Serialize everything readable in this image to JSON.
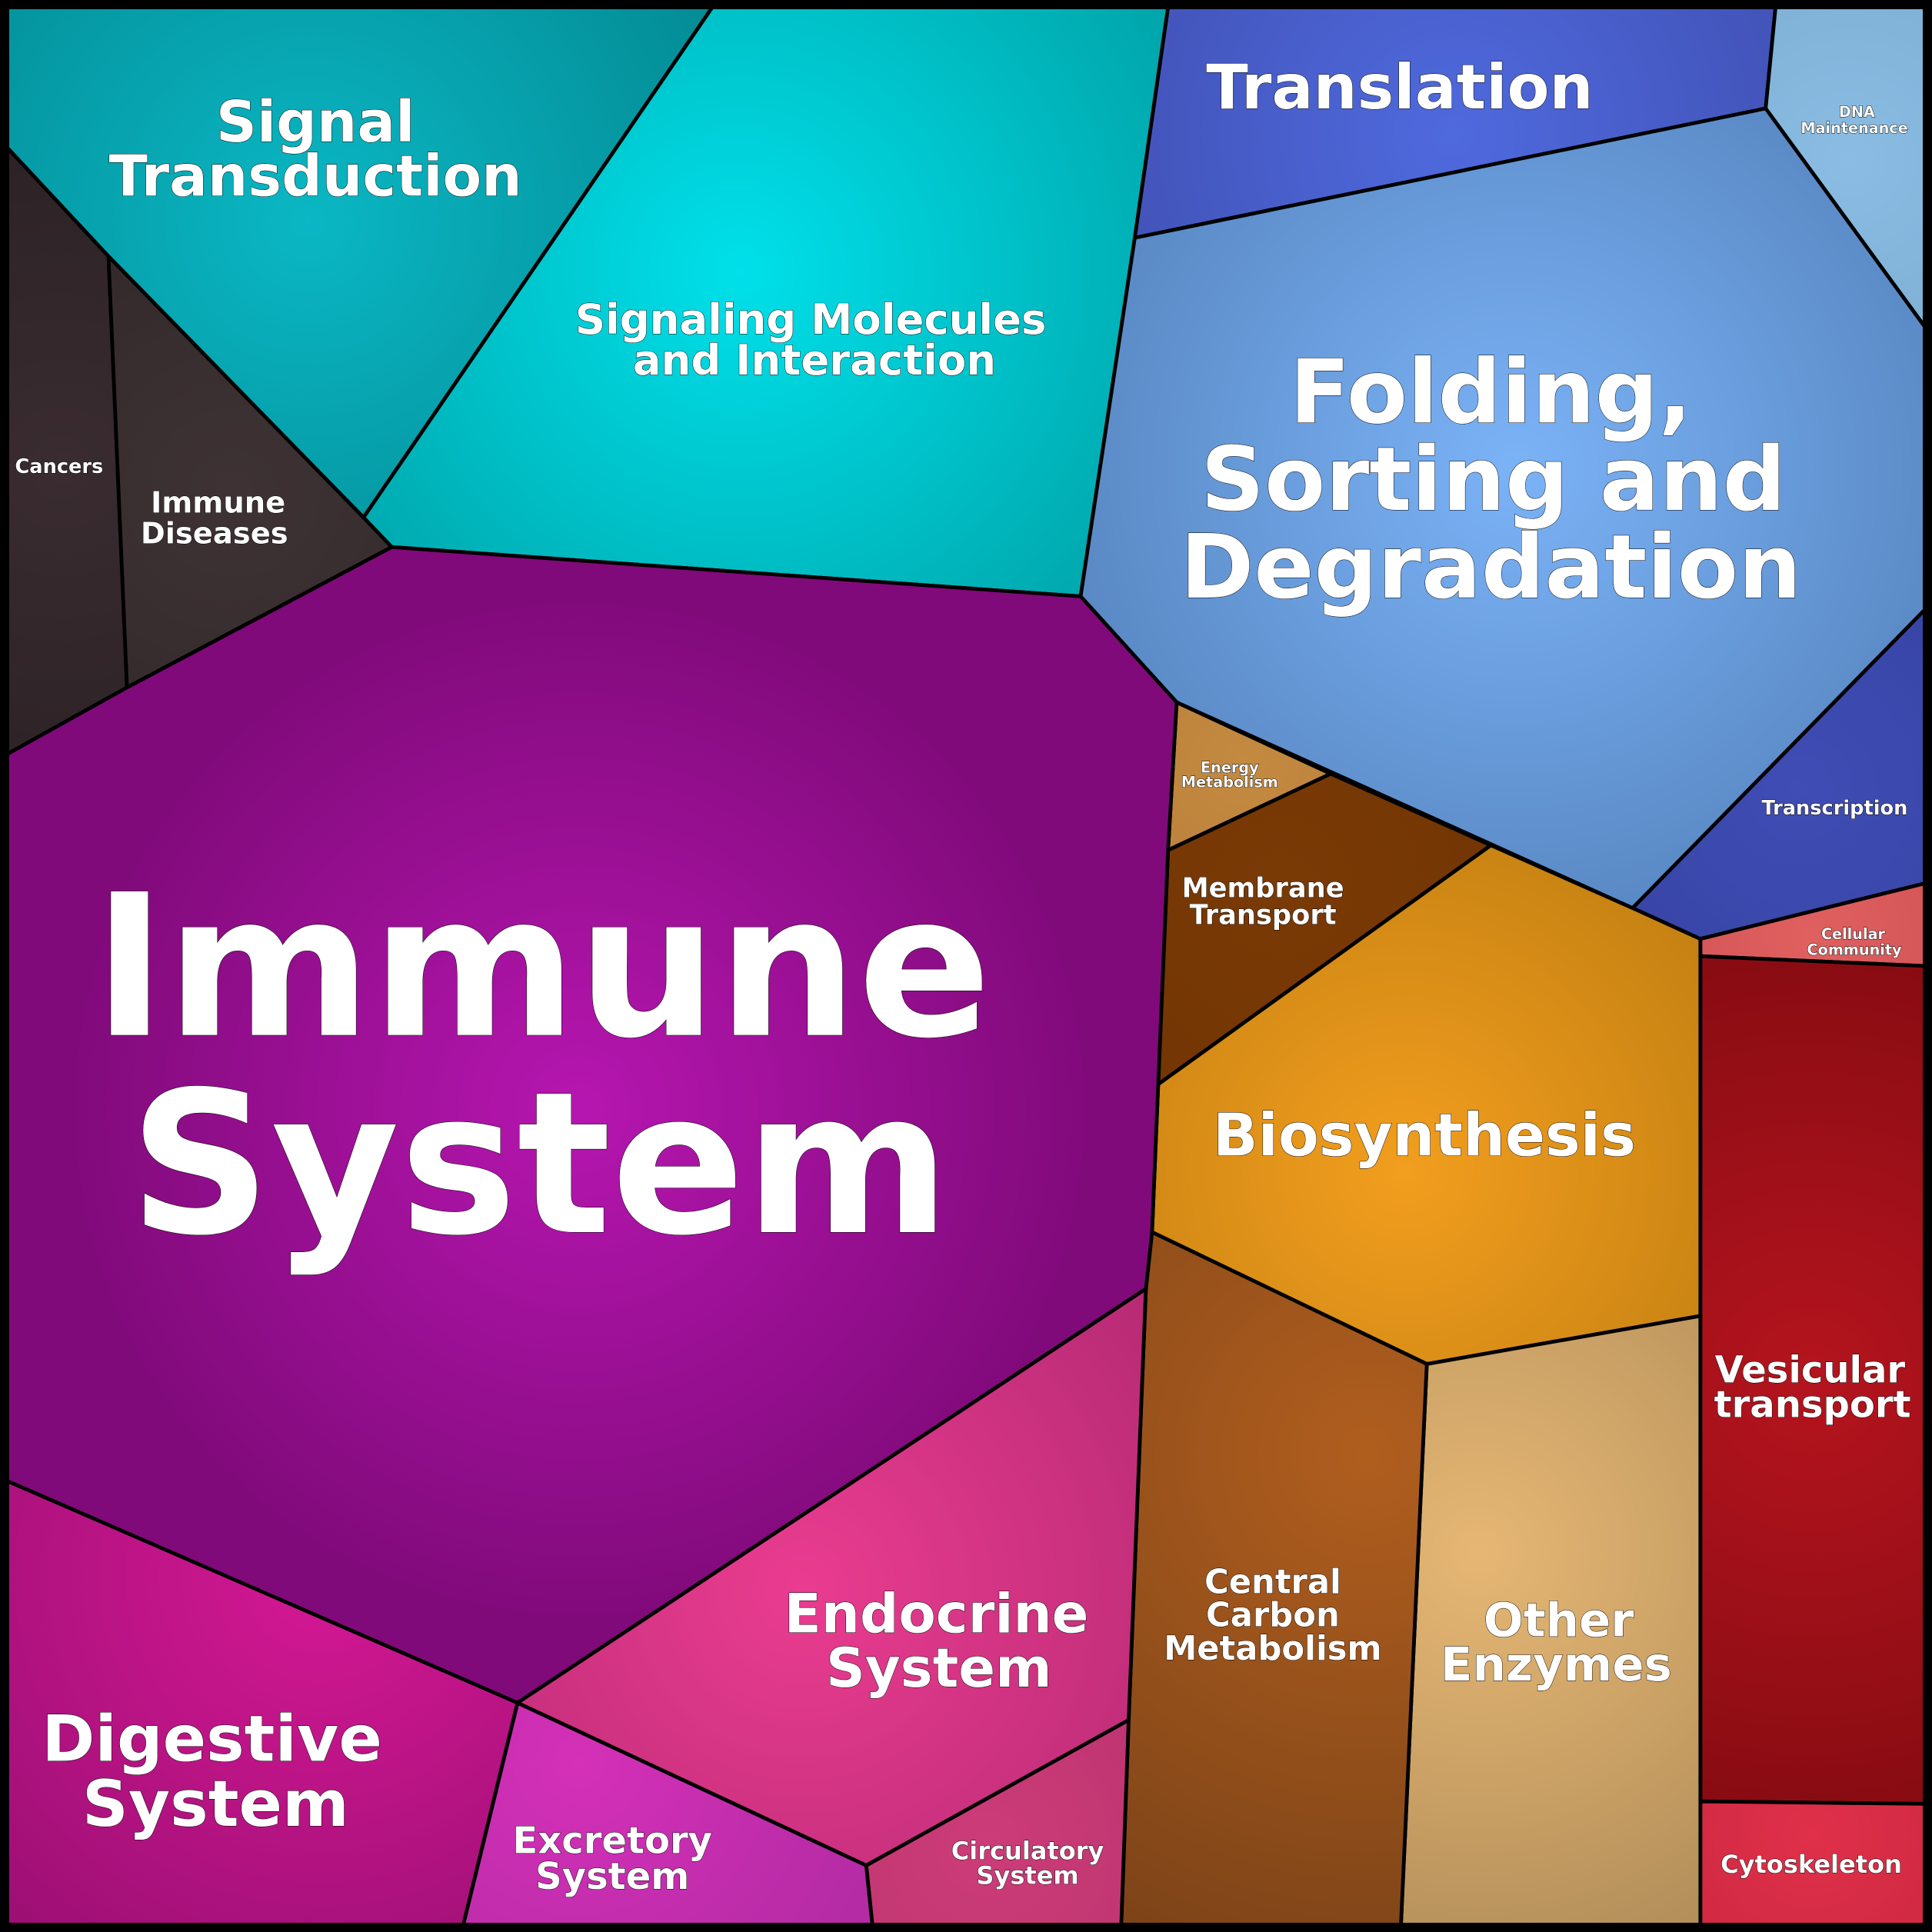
{
  "title": "Pathway category Voronoi treemap",
  "cells": {
    "signal_transduction": {
      "lines": [
        "Signal",
        "Transduction"
      ],
      "color_center": "#0ab7c4",
      "color_edge": "#02868f"
    },
    "signaling_molecules": {
      "lines": [
        "Signaling Molecules",
        "and Interaction"
      ],
      "color_center": "#00e0ea",
      "color_edge": "#00a3a8"
    },
    "immune_diseases": {
      "lines": [
        "Immune",
        "Diseases"
      ],
      "color_center": "#3e3234",
      "color_edge": "#2a2224"
    },
    "cancers": {
      "lines": [
        "Cancers"
      ],
      "color_center": "#3a2c30",
      "color_edge": "#241c20"
    },
    "translation": {
      "lines": [
        "Translation"
      ],
      "color_center": "#4f6ade",
      "color_edge": "#3c48a6"
    },
    "dna_maintenance": {
      "lines": [
        "DNA",
        "Maintenance"
      ],
      "color_center": "#8bbde4",
      "color_edge": "#6a9abd"
    },
    "folding": {
      "lines": [
        "Folding,",
        "Sorting and",
        "Degradation"
      ],
      "color_center": "#7bb3f7",
      "color_edge": "#5583bd"
    },
    "transcription": {
      "lines": [
        "Transcription"
      ],
      "color_center": "#3f4db5",
      "color_edge": "#2f3a92"
    },
    "cellular_community": {
      "lines": [
        "Cellular",
        "Community"
      ],
      "color_center": "#e06060",
      "color_edge": "#b53a40"
    },
    "vesicular_transport": {
      "lines": [
        "Vesicular",
        "transport"
      ],
      "color_center": "#b5141e",
      "color_edge": "#800a10"
    },
    "cytoskeleton": {
      "lines": [
        "Cytoskeleton"
      ],
      "color_center": "#e0304a",
      "color_edge": "#a8182c"
    },
    "energy_metabolism": {
      "lines": [
        "Energy",
        "Metabolism"
      ],
      "color_center": "#c48a40",
      "color_edge": "#a56a30"
    },
    "membrane_transport": {
      "lines": [
        "Membrane",
        "Transport"
      ],
      "color_center": "#7a3a06",
      "color_edge": "#6a3000"
    },
    "biosynthesis": {
      "lines": [
        "Biosynthesis"
      ],
      "color_center": "#f29e1e",
      "color_edge": "#b4760e"
    },
    "other_enzymes": {
      "lines": [
        "Other",
        "Enzymes"
      ],
      "color_center": "#e6b774",
      "color_edge": "#a88654"
    },
    "central_carbon": {
      "lines": [
        "Central",
        "Carbon",
        "Metabolism"
      ],
      "color_center": "#b05e1e",
      "color_edge": "#7e4418"
    },
    "immune_system": {
      "lines": [
        "Immune",
        "System"
      ],
      "color_center": "#b616b0",
      "color_edge": "#800a7a"
    },
    "endocrine_system": {
      "lines": [
        "Endocrine",
        "System"
      ],
      "color_center": "#ea3c90",
      "color_edge": "#b02870"
    },
    "circulatory_system": {
      "lines": [
        "Circulatory",
        "System"
      ],
      "color_center": "#cc3c78",
      "color_edge": "#a82a66"
    },
    "excretory_system": {
      "lines": [
        "Excretory",
        "System"
      ],
      "color_center": "#d430b8",
      "color_edge": "#a02898"
    },
    "digestive_system": {
      "lines": [
        "Digestive",
        "System"
      ],
      "color_center": "#d41894",
      "color_edge": "#960e70"
    }
  }
}
